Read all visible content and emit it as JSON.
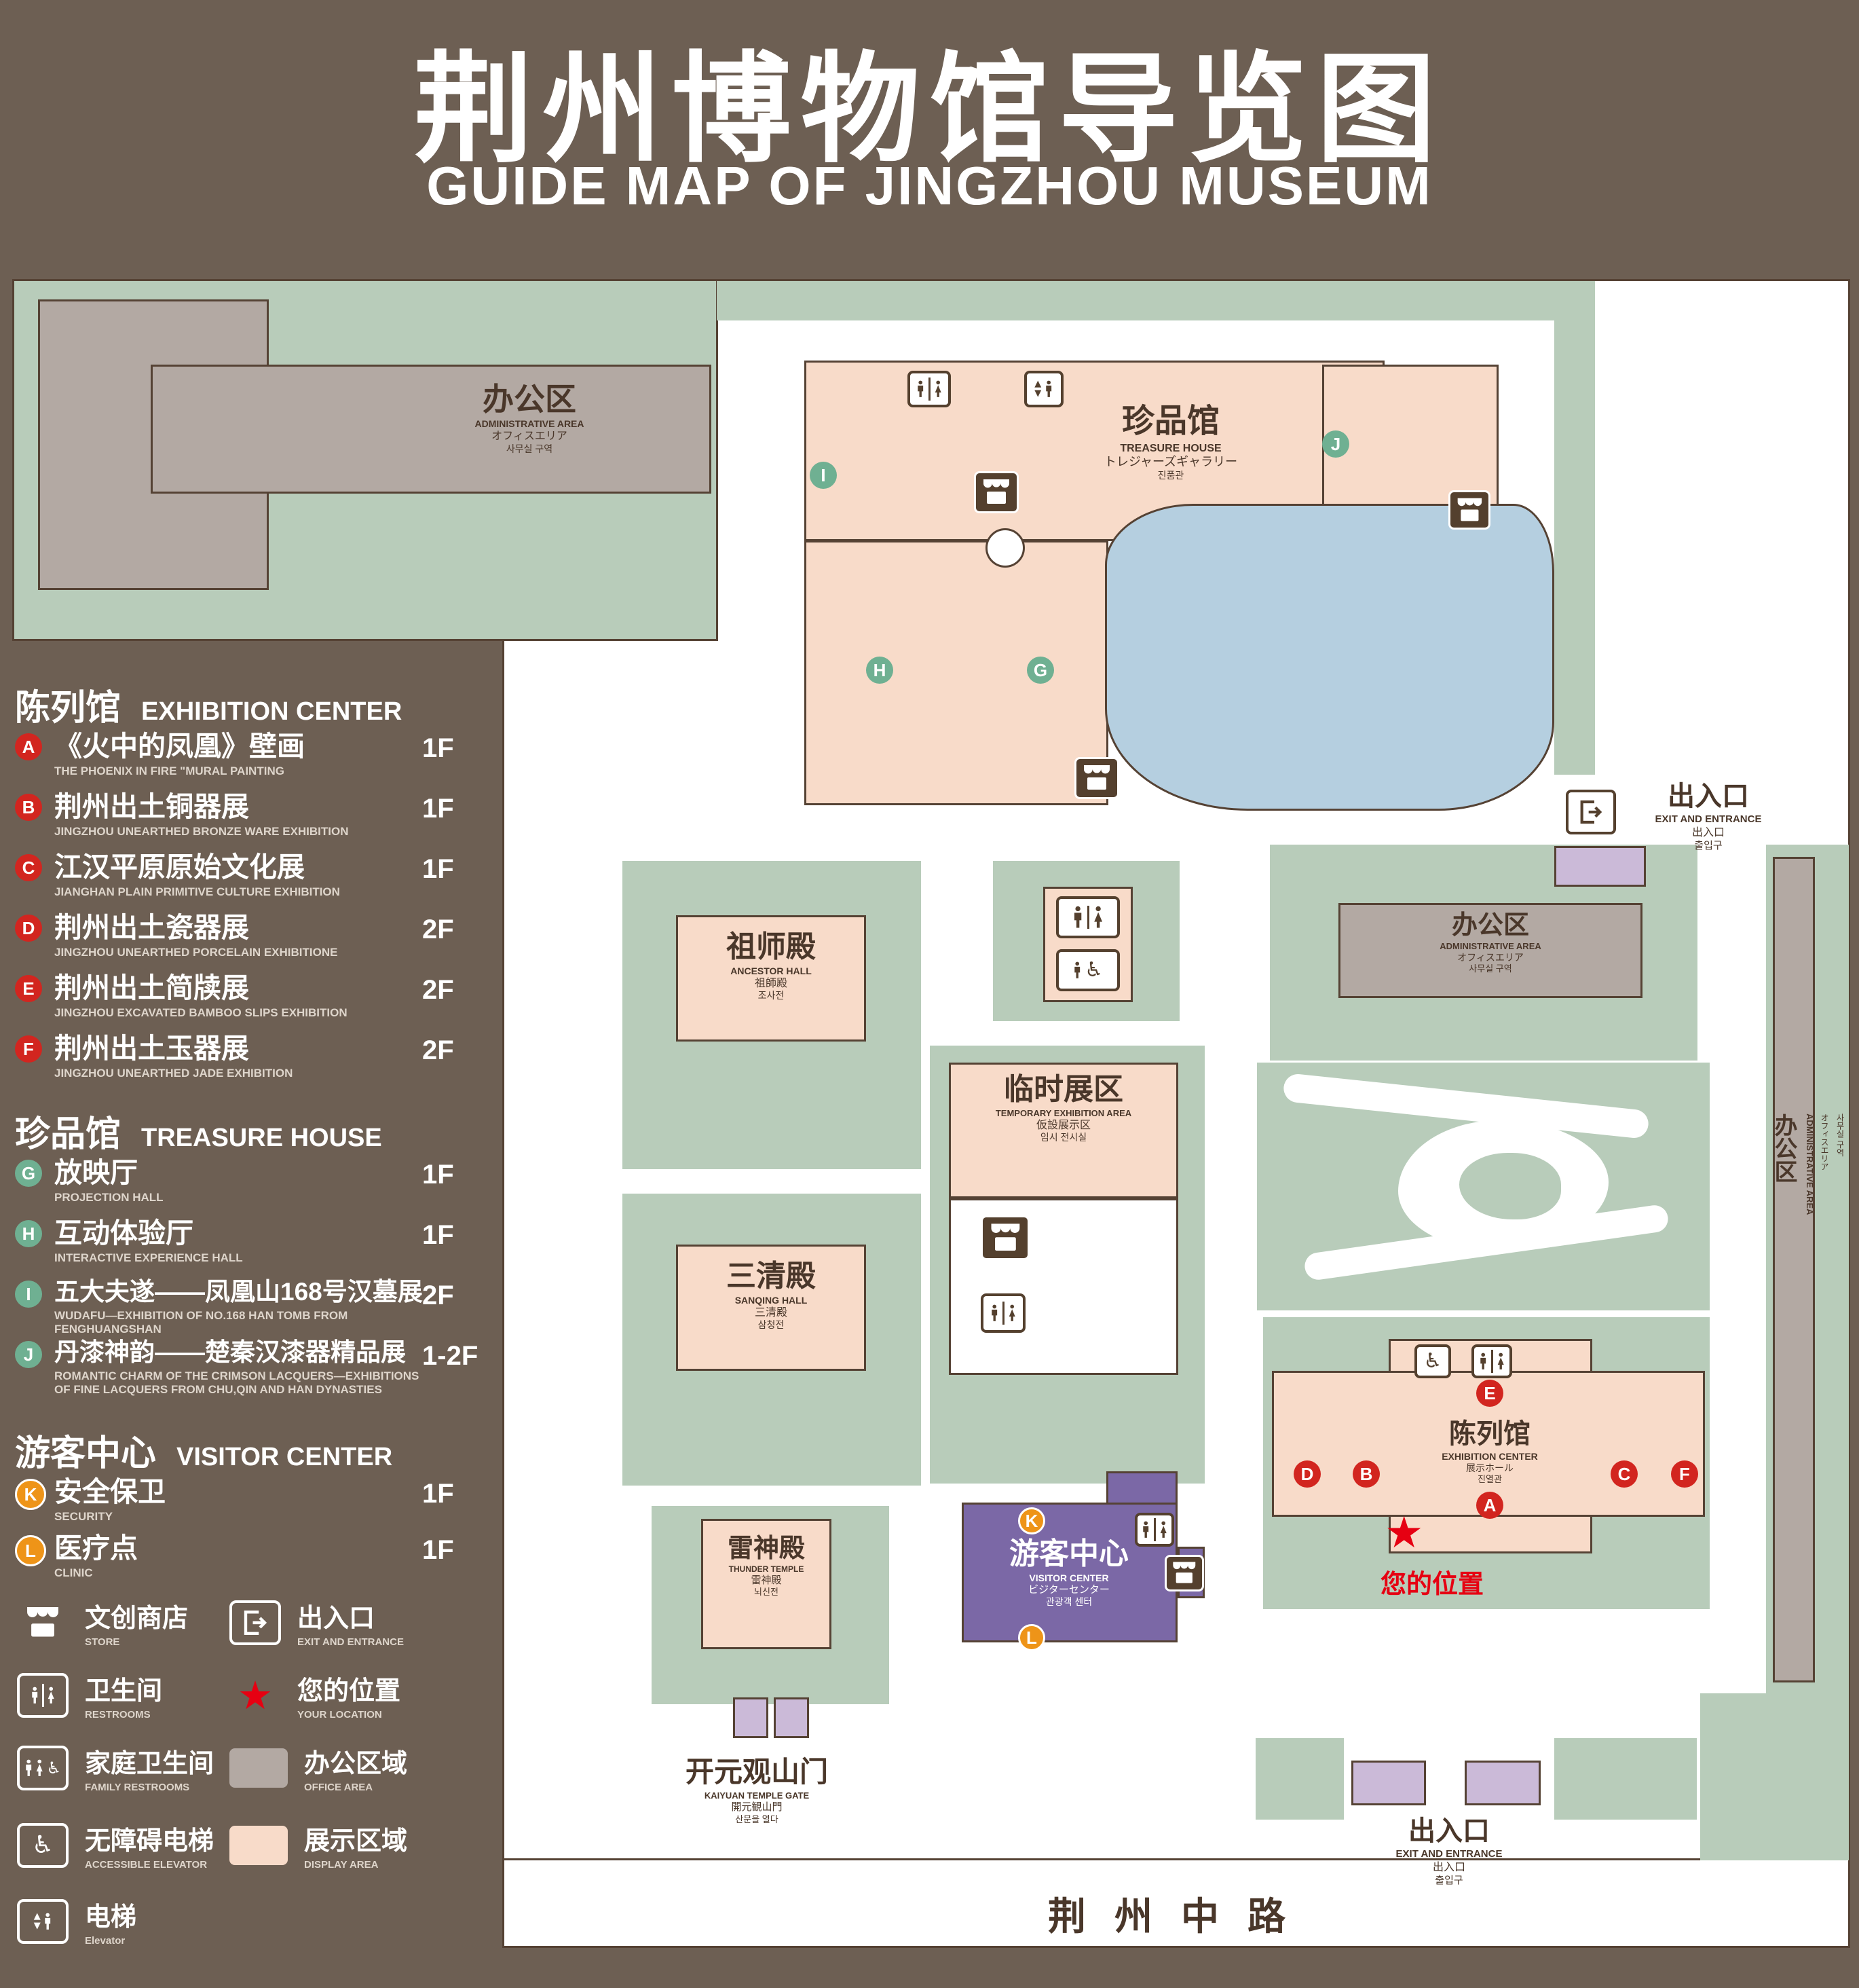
{
  "title": {
    "zh": "荆州博物馆导览图",
    "en": "GUIDE MAP OF JINGZHOU MUSEUM"
  },
  "glyphs": {
    "star": "★",
    "wheelchair": "♿",
    "up": "▲",
    "down": "▼"
  },
  "colors": {
    "background": "#6d5f53",
    "lawn_green": "#b8ccba",
    "display_pink": "#f8dbc9",
    "office_gray": "#b3a9a3",
    "lake_blue": "#b5cfe0",
    "visitor_purple": "#7b68a6",
    "entrance_purple": "#cbbad8",
    "outline_brown": "#554234",
    "marker_red": "#d2251f",
    "marker_green": "#6fb092",
    "marker_orange": "#ee9418",
    "location_red": "#e60012"
  },
  "legend": {
    "sections": [
      {
        "zh": "陈列馆",
        "en": "EXHIBITION CENTER",
        "items": [
          {
            "letter": "A",
            "zh": "《火中的凤凰》壁画",
            "en": "THE PHOENIX IN FIRE \"MURAL PAINTING",
            "floor": "1F"
          },
          {
            "letter": "B",
            "zh": "荆州出土铜器展",
            "en": "JINGZHOU UNEARTHED BRONZE WARE EXHIBITION",
            "floor": "1F"
          },
          {
            "letter": "C",
            "zh": "江汉平原原始文化展",
            "en": "JIANGHAN PLAIN PRIMITIVE CULTURE EXHIBITION",
            "floor": "1F"
          },
          {
            "letter": "D",
            "zh": "荆州出土瓷器展",
            "en": "JINGZHOU UNEARTHED PORCELAIN EXHIBITIONE",
            "floor": "2F"
          },
          {
            "letter": "E",
            "zh": "荆州出土简牍展",
            "en": "JINGZHOU EXCAVATED BAMBOO SLIPS EXHIBITION",
            "floor": "2F"
          },
          {
            "letter": "F",
            "zh": "荆州出土玉器展",
            "en": "JINGZHOU UNEARTHED JADE EXHIBITION",
            "floor": "2F"
          }
        ]
      },
      {
        "zh": "珍品馆",
        "en": "TREASURE HOUSE",
        "items": [
          {
            "letter": "G",
            "zh": "放映厅",
            "en": "PROJECTION HALL",
            "floor": "1F"
          },
          {
            "letter": "H",
            "zh": "互动体验厅",
            "en": "INTERACTIVE EXPERIENCE HALL",
            "floor": "1F"
          },
          {
            "letter": "I",
            "zh": "五大夫遂——凤凰山168号汉墓展",
            "en": "WUDAFU—EXHIBITION OF NO.168 HAN TOMB FROM FENGHUANGSHAN",
            "floor": "2F"
          },
          {
            "letter": "J",
            "zh": "丹漆神韵——楚秦汉漆器精品展",
            "en": "ROMANTIC CHARM OF THE CRIMSON LACQUERS—EXHIBITIONS OF FINE LACQUERS FROM CHU,QIN AND HAN DYNASTIES",
            "floor": "1-2F"
          }
        ]
      },
      {
        "zh": "游客中心",
        "en": "VISITOR CENTER",
        "items": [
          {
            "letter": "K",
            "zh": "安全保卫",
            "en": "SECURITY",
            "floor": "1F"
          },
          {
            "letter": "L",
            "zh": "医疗点",
            "en": "CLINIC",
            "floor": "1F"
          }
        ]
      }
    ],
    "symbols": [
      {
        "icon": "store-icon",
        "zh": "文创商店",
        "en": "STORE"
      },
      {
        "icon": "exit-icon",
        "zh": "出入口",
        "en": "EXIT AND ENTRANCE"
      },
      {
        "icon": "restroom-icon",
        "zh": "卫生间",
        "en": "RESTROOMS"
      },
      {
        "icon": "location-star-icon",
        "zh": "您的位置",
        "en": "YOUR LOCATION"
      },
      {
        "icon": "family-restroom-icon",
        "zh": "家庭卫生间",
        "en": "FAMILY RESTROOMS"
      },
      {
        "icon": "office-area-swatch",
        "zh": "办公区域",
        "en": "OFFICE AREA"
      },
      {
        "icon": "accessible-elevator-icon",
        "zh": "无障碍电梯",
        "en": "ACCESSIBLE ELEVATOR"
      },
      {
        "icon": "display-area-swatch",
        "zh": "展示区域",
        "en": "DISPLAY AREA"
      },
      {
        "icon": "elevator-icon",
        "zh": "电梯",
        "en": "Elevator"
      }
    ]
  },
  "map": {
    "admin_nw": {
      "zh": "办公区",
      "en": "ADMINISTRATIVE AREA",
      "ja": "オフィスエリア",
      "ko": "사무실 구역"
    },
    "treasure_house": {
      "zh": "珍品馆",
      "en": "TREASURE HOUSE",
      "ja": "トレジャーズギャラリー",
      "ko": "진품관",
      "markers": [
        "I",
        "J",
        "H",
        "G"
      ]
    },
    "exit_ne": {
      "zh": "出入口",
      "en": "EXIT AND ENTRANCE",
      "ja": "出入口",
      "ko": "출입구"
    },
    "ancestor_hall": {
      "zh": "祖师殿",
      "en": "ANCESTOR HALL",
      "ja": "祖師殿",
      "ko": "조사전"
    },
    "admin_east": {
      "zh": "办公区",
      "en": "ADMINISTRATIVE AREA",
      "ja": "オフィスエリア",
      "ko": "사무실 구역"
    },
    "temporary_area": {
      "zh": "临时展区",
      "en": "TEMPORARY EXHIBITION AREA",
      "ja": "仮設展示区",
      "ko": "임시 전시실"
    },
    "sanqing_hall": {
      "zh": "三清殿",
      "en": "SANQING HALL",
      "ja": "三清殿",
      "ko": "삼청전"
    },
    "admin_right": {
      "zh": "办公区",
      "en": "ADMINISTRATIVE AREA",
      "ja": "オフィスエリア",
      "ko": "사무실 구역"
    },
    "exhibition_center": {
      "zh": "陈列馆",
      "en": "EXHIBITION CENTER",
      "ja": "展示ホール",
      "ko": "진열관",
      "markers": [
        "E",
        "D",
        "B",
        "C",
        "F",
        "A"
      ]
    },
    "your_location": {
      "zh": "您的位置"
    },
    "thunder_temple": {
      "zh": "雷神殿",
      "en": "THUNDER TEMPLE",
      "ja": "雷神殿",
      "ko": "뇌신전"
    },
    "visitor_center": {
      "zh": "游客中心",
      "en": "VISITOR CENTER",
      "ja": "ビジターセンター",
      "ko": "관광객 센터",
      "markers": [
        "K",
        "L"
      ]
    },
    "gate": {
      "zh": "开元观山门",
      "en": "KAIYUAN TEMPLE GATE",
      "ja": "開元観山門",
      "ko": "산문을 열다"
    },
    "exit_south": {
      "zh": "出入口",
      "en": "EXIT AND ENTRANCE",
      "ja": "出入口",
      "ko": "출입구"
    },
    "road": {
      "zh": "荆州中路"
    }
  }
}
